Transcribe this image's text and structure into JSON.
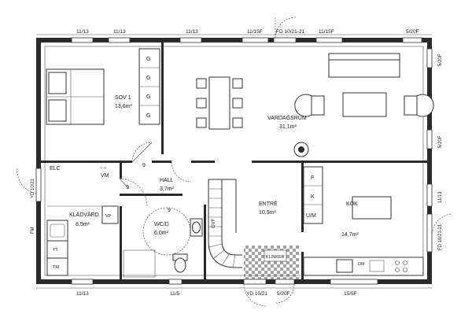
{
  "rooms": {
    "sov": {
      "name": "SOV 1",
      "area": "13,6m²"
    },
    "vardagsrum": {
      "name": "VARDAGSRUM",
      "area": "31,1m²"
    },
    "hall": {
      "name": "HALL",
      "area": "3,7m²"
    },
    "entre": {
      "name": "ENTRÉ",
      "area": "10,5m²"
    },
    "kok": {
      "name": "KÖK",
      "area": "14,7m²"
    },
    "wcd": {
      "name": "WC/D",
      "area": "6,0m²"
    },
    "kladvard": {
      "name": "KLÄDVÅRD",
      "area": "8,5m²"
    }
  },
  "storage": {
    "g": "G",
    "f": "F",
    "k": "K",
    "um": "U/M",
    "vp": "VP",
    "tt": "TT",
    "tm": "TM",
    "dm": "DM"
  },
  "marks": {
    "elc": "ELC",
    "vm": "VM",
    "fm": "FM",
    "gvf": "GVF",
    "klinker": "KLINKER",
    "nine": "9"
  },
  "dims": {
    "top": [
      "11/13",
      "11/13",
      "11/13",
      "11/15F",
      "FD 10/21-21",
      "11/15F",
      "5/20F"
    ],
    "bottom": [
      "11/13",
      "11/5",
      "YD 10/21",
      "5/20F",
      "15/5F"
    ],
    "left": [
      "YD 10/21"
    ],
    "right": [
      "5/20F",
      "5/20F",
      "11/13",
      "FD 10/21-21"
    ]
  },
  "colors": {
    "wall": "#2a2a2a",
    "line": "#333333",
    "tile": "#555555"
  }
}
